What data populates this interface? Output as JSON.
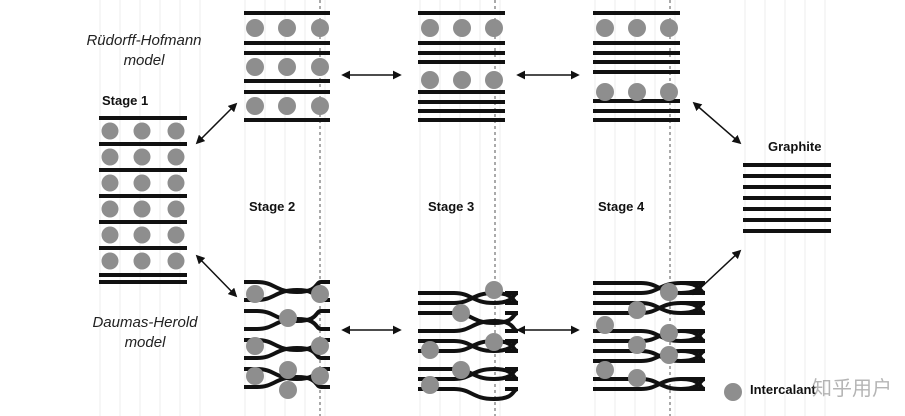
{
  "models": {
    "rudorff": {
      "line1": "Rüdorff-Hofmann",
      "line2": "model"
    },
    "daumas": {
      "line1": "Daumas-Herold",
      "line2": "model"
    }
  },
  "stages": {
    "stage1": "Stage 1",
    "stage2": "Stage 2",
    "stage3": "Stage 3",
    "stage4": "Stage 4",
    "graphite": "Graphite"
  },
  "legend": {
    "intercalant": "Intercalant"
  },
  "watermark": "知乎用户",
  "colors": {
    "layer": "#111111",
    "intercalant": "#8e8e8e",
    "divider": "#555555"
  }
}
